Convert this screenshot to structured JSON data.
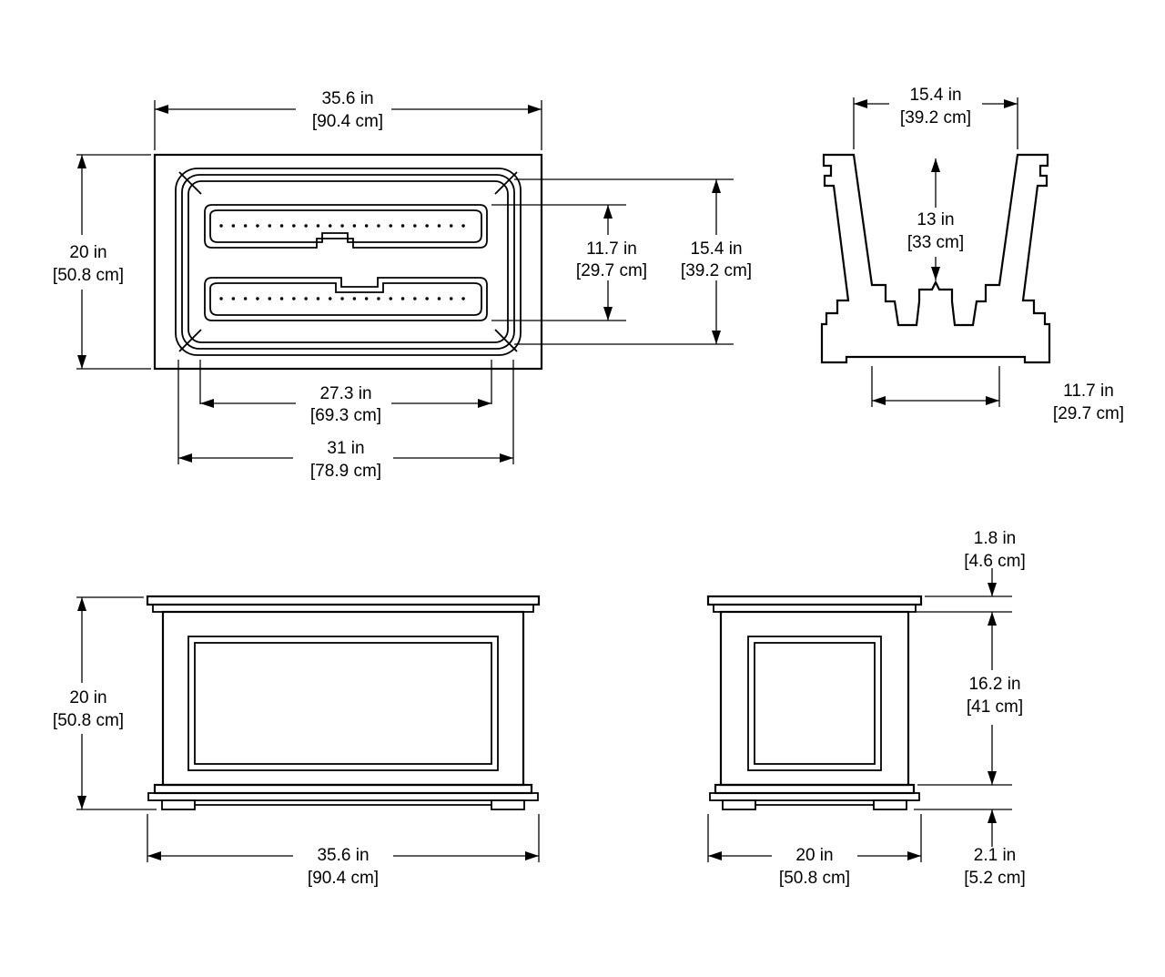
{
  "colors": {
    "background": "#ffffff",
    "ink": "#000000"
  },
  "views": {
    "top_view": {
      "overall_width": {
        "in": "35.6 in",
        "cm": "[90.4 cm]"
      },
      "overall_depth": {
        "in": "20 in",
        "cm": "[50.8 cm]"
      },
      "trough_span": {
        "in": "11.7 in",
        "cm": "[29.7 cm]"
      },
      "opening_depth": {
        "in": "15.4 in",
        "cm": "[39.2 cm]"
      },
      "inner_length": {
        "in": "27.3 in",
        "cm": "[69.3 cm]"
      },
      "rim_length": {
        "in": "31 in",
        "cm": "[78.9 cm]"
      }
    },
    "section_view": {
      "opening_width": {
        "in": "15.4 in",
        "cm": "[39.2 cm]"
      },
      "inner_depth": {
        "in": "13 in",
        "cm": "[33 cm]"
      },
      "bottom_width": {
        "in": "11.7 in",
        "cm": "[29.7 cm]"
      }
    },
    "front_view": {
      "height": {
        "in": "20 in",
        "cm": "[50.8 cm]"
      },
      "width": {
        "in": "35.6 in",
        "cm": "[90.4 cm]"
      }
    },
    "side_view": {
      "cap_height": {
        "in": "1.8 in",
        "cm": "[4.6 cm]"
      },
      "panel_height": {
        "in": "16.2 in",
        "cm": "[41 cm]"
      },
      "width": {
        "in": "20 in",
        "cm": "[50.8 cm]"
      },
      "base_height": {
        "in": "2.1 in",
        "cm": "[5.2 cm]"
      }
    }
  }
}
